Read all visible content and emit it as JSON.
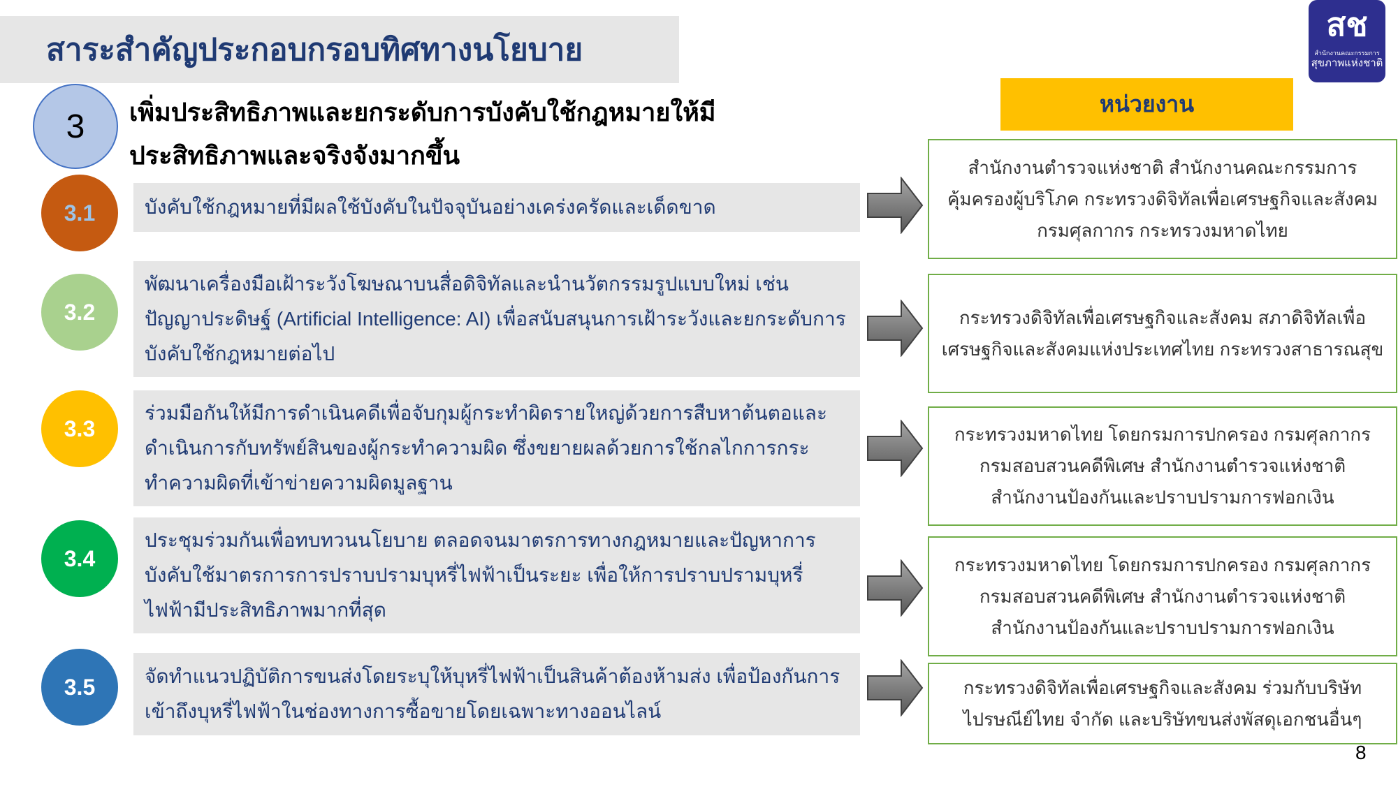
{
  "title": "สาระสำคัญประกอบกรอบทิศทางนโยบาย",
  "logo": {
    "line1": "สำนักงานคณะกรรมการ",
    "line2": "สุขภาพแห่งชาติ"
  },
  "main": {
    "number": "3",
    "heading": "เพิ่มประสิทธิภาพและยกระดับการบังคับใช้กฎหมายให้มีประสิทธิภาพและจริงจังมากขึ้น"
  },
  "unit_header": "หน่วยงาน",
  "items": [
    {
      "number": "3.1",
      "color": "#c55a11",
      "numcolor": "#9dc3e6",
      "text": "บังคับใช้กฎหมายที่มีผลใช้บังคับในปัจจุบันอย่างเคร่งครัดและเด็ดขาด",
      "units": "สำนักงานตำรวจแห่งชาติ สำนักงานคณะกรรมการคุ้มครองผู้บริโภค กระทรวงดิจิทัลเพื่อเศรษฐกิจและสังคม กรมศุลกากร กระทรวงมหาดไทย"
    },
    {
      "number": "3.2",
      "color": "#a9d18e",
      "numcolor": "#ffffff",
      "text": "พัฒนาเครื่องมือเฝ้าระวังโฆษณาบนสื่อดิจิทัลและนำนวัตกรรมรูปแบบใหม่ เช่น ปัญญาประดิษฐ์ (Artificial Intelligence: AI) เพื่อสนับสนุนการเฝ้าระวังและยกระดับการบังคับใช้กฎหมายต่อไป",
      "units": "กระทรวงดิจิทัลเพื่อเศรษฐกิจและสังคม สภาดิจิทัลเพื่อเศรษฐกิจและสังคมแห่งประเทศไทย กระทรวงสาธารณสุข"
    },
    {
      "number": "3.3",
      "color": "#ffc000",
      "numcolor": "#ffffff",
      "text": "ร่วมมือกันให้มีการดำเนินคดีเพื่อจับกุมผู้กระทำผิดรายใหญ่ด้วยการสืบหาต้นตอและดำเนินการกับทรัพย์สินของผู้กระทำความผิด ซึ่งขยายผลด้วยการใช้กลไกการกระทำความผิดที่เข้าข่ายความผิดมูลฐาน",
      "units": "กระทรวงมหาดไทย โดยกรมการปกครอง กรมศุลกากร กรมสอบสวนคดีพิเศษ สำนักงานตำรวจแห่งชาติ สำนักงานป้องกันและปราบปรามการฟอกเงิน"
    },
    {
      "number": "3.4",
      "color": "#00b050",
      "numcolor": "#ffffff",
      "text": "ประชุมร่วมกันเพื่อทบทวนนโยบาย ตลอดจนมาตรการทางกฎหมายและปัญหาการบังคับใช้มาตรการการปราบปรามบุหรี่ไฟฟ้าเป็นระยะ เพื่อให้การปราบปรามบุหรี่ไฟฟ้ามีประสิทธิภาพมากที่สุด",
      "units": "กระทรวงมหาดไทย โดยกรมการปกครอง กรมศุลกากร กรมสอบสวนคดีพิเศษ สำนักงานตำรวจแห่งชาติ สำนักงานป้องกันและปราบปรามการฟอกเงิน"
    },
    {
      "number": "3.5",
      "color": "#2e75b6",
      "numcolor": "#ffffff",
      "text": "จัดทำแนวปฏิบัติการขนส่งโดยระบุให้บุหรี่ไฟฟ้าเป็นสินค้าต้องห้ามส่ง เพื่อป้องกันการเข้าถึงบุหรี่ไฟฟ้าในช่องทางการซื้อขายโดยเฉพาะทางออนไลน์",
      "units": "กระทรวงดิจิทัลเพื่อเศรษฐกิจและสังคม ร่วมกับบริษัทไปรษณีย์ไทย จำกัด และบริษัทขนส่งพัสดุเอกชนอื่นๆ"
    }
  ],
  "page_number": "8"
}
